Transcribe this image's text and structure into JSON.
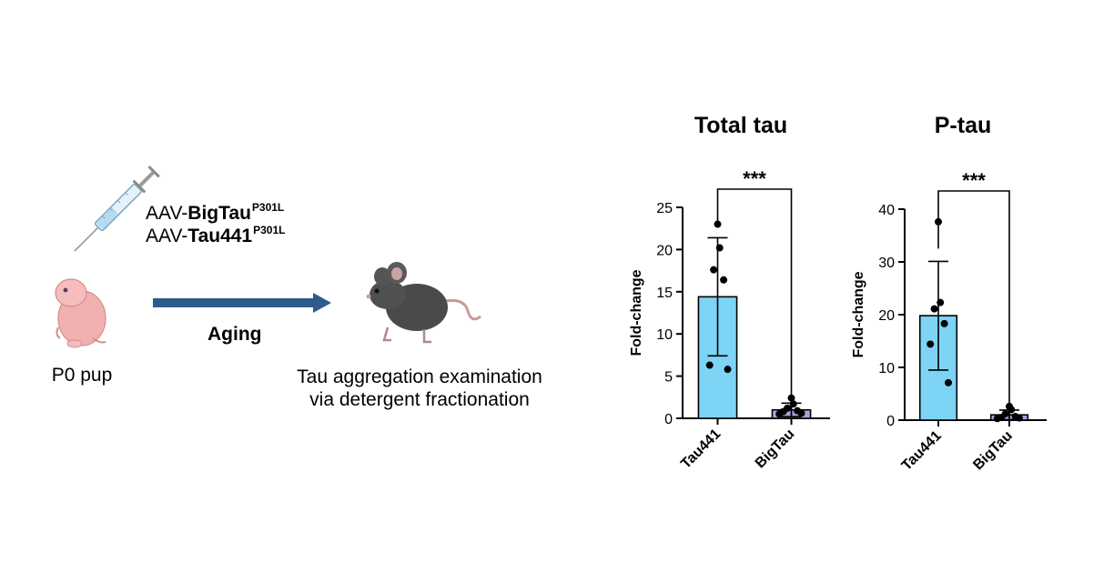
{
  "schematic": {
    "vectors": [
      {
        "prefix": "AAV-",
        "name": "BigTau",
        "mutation": "P301L"
      },
      {
        "prefix": "AAV-",
        "name": "Tau441",
        "mutation": "P301L"
      }
    ],
    "pup_label": "P0 pup",
    "arrow_label": "Aging",
    "outcome_line1": "Tau aggregation examination",
    "outcome_line2": "via detergent fractionation",
    "arrow_color": "#2e5c8a",
    "pup_color": "#f0a8a8",
    "mouse_color": "#4a4a4a"
  },
  "chart_data": [
    {
      "type": "bar",
      "title": "Total tau",
      "ylabel": "Fold-change",
      "categories": [
        "Tau441",
        "BigTau"
      ],
      "values": [
        14.4,
        1.0
      ],
      "error": [
        7.0,
        0.8
      ],
      "points": [
        [
          23.0,
          20.2,
          17.6,
          16.4,
          6.3,
          5.8
        ],
        [
          2.4,
          1.7,
          1.2,
          0.9,
          0.8,
          0.6,
          0.5
        ]
      ],
      "ylim": [
        0,
        25
      ],
      "yticks": [
        0,
        5,
        10,
        15,
        20,
        25
      ],
      "significance": "***",
      "bar_colors": [
        "#7dd4f5",
        "#b39ddb"
      ]
    },
    {
      "type": "bar",
      "title": "P-tau",
      "ylabel": "Fold-change",
      "categories": [
        "Tau441",
        "BigTau"
      ],
      "values": [
        19.8,
        1.0
      ],
      "error": [
        10.3,
        0.9
      ],
      "points": [
        [
          37.6,
          22.3,
          21.1,
          18.3,
          14.4,
          7.1
        ],
        [
          2.6,
          2.0,
          1.2,
          0.7,
          0.5,
          0.4,
          0.3
        ]
      ],
      "ylim": [
        0,
        40
      ],
      "yticks": [
        0,
        10,
        20,
        30,
        40
      ],
      "significance": "***",
      "bar_colors": [
        "#7dd4f5",
        "#b39ddb"
      ]
    }
  ]
}
